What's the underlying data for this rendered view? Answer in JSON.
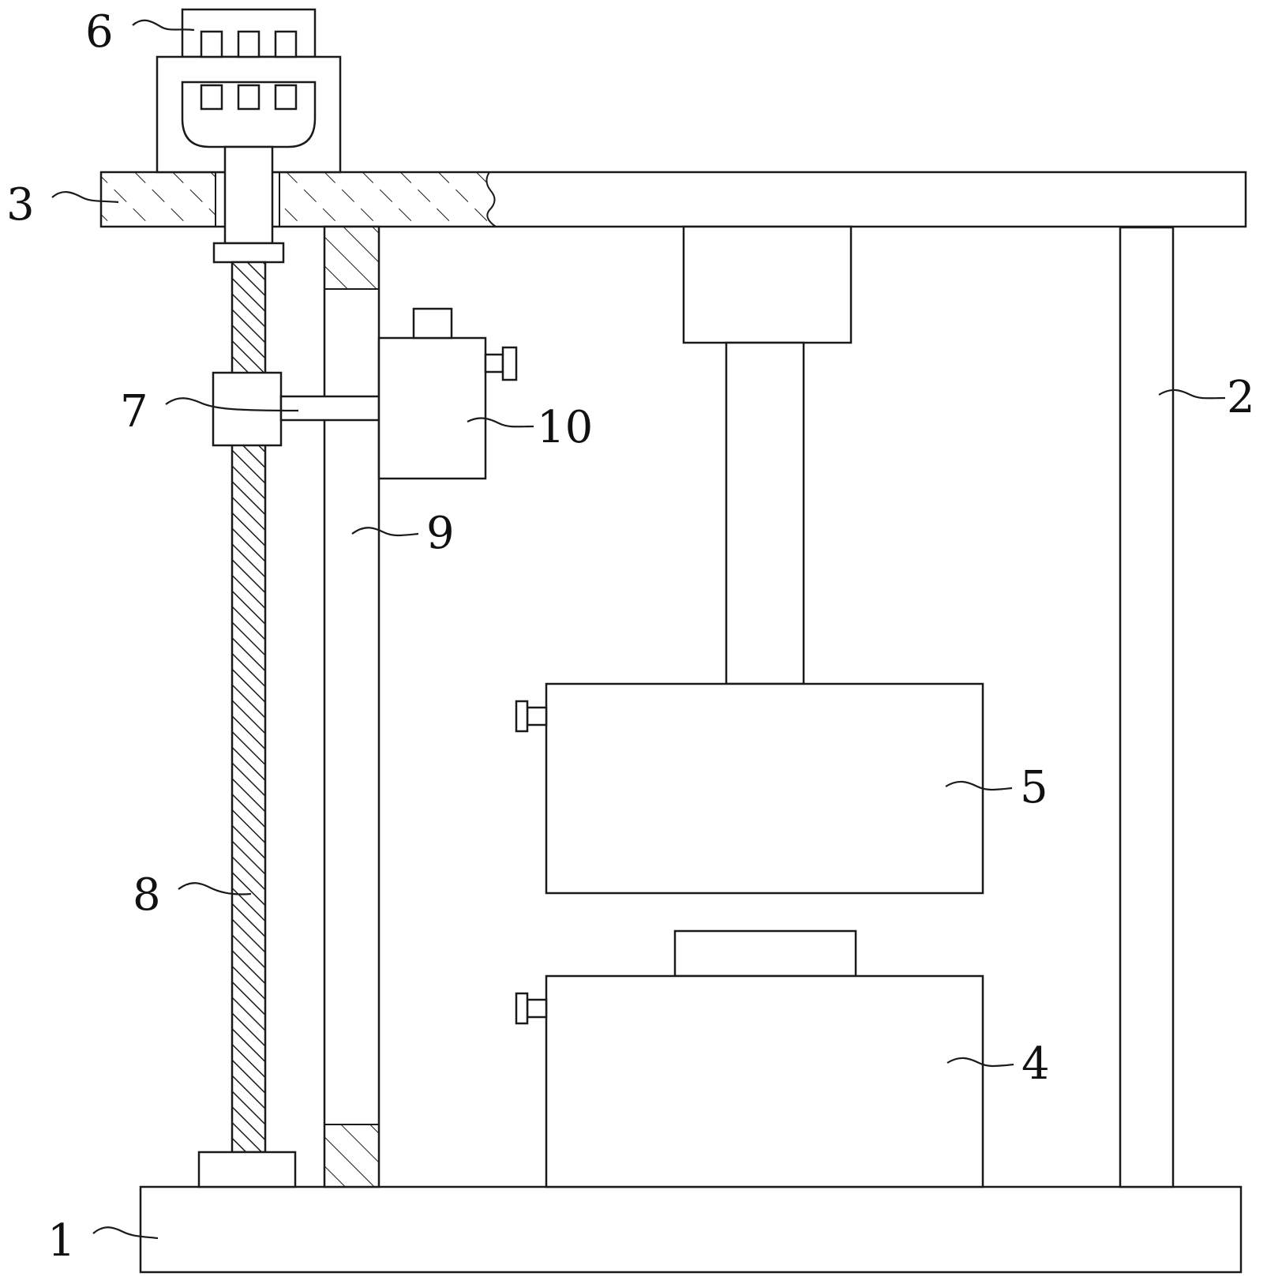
{
  "figure": {
    "labels": [
      {
        "id": "base",
        "text": "1"
      },
      {
        "id": "column",
        "text": "2"
      },
      {
        "id": "top-plate",
        "text": "3"
      },
      {
        "id": "lower-die",
        "text": "4"
      },
      {
        "id": "upper-die",
        "text": "5"
      },
      {
        "id": "motor",
        "text": "6"
      },
      {
        "id": "lead-screw",
        "text": "7"
      },
      {
        "id": "nut-block",
        "text": "8"
      },
      {
        "id": "guide-rail",
        "text": "9"
      },
      {
        "id": "sensor-box",
        "text": "10"
      }
    ],
    "colors": {
      "line": "#1a1a1a",
      "background": "#ffffff"
    }
  }
}
